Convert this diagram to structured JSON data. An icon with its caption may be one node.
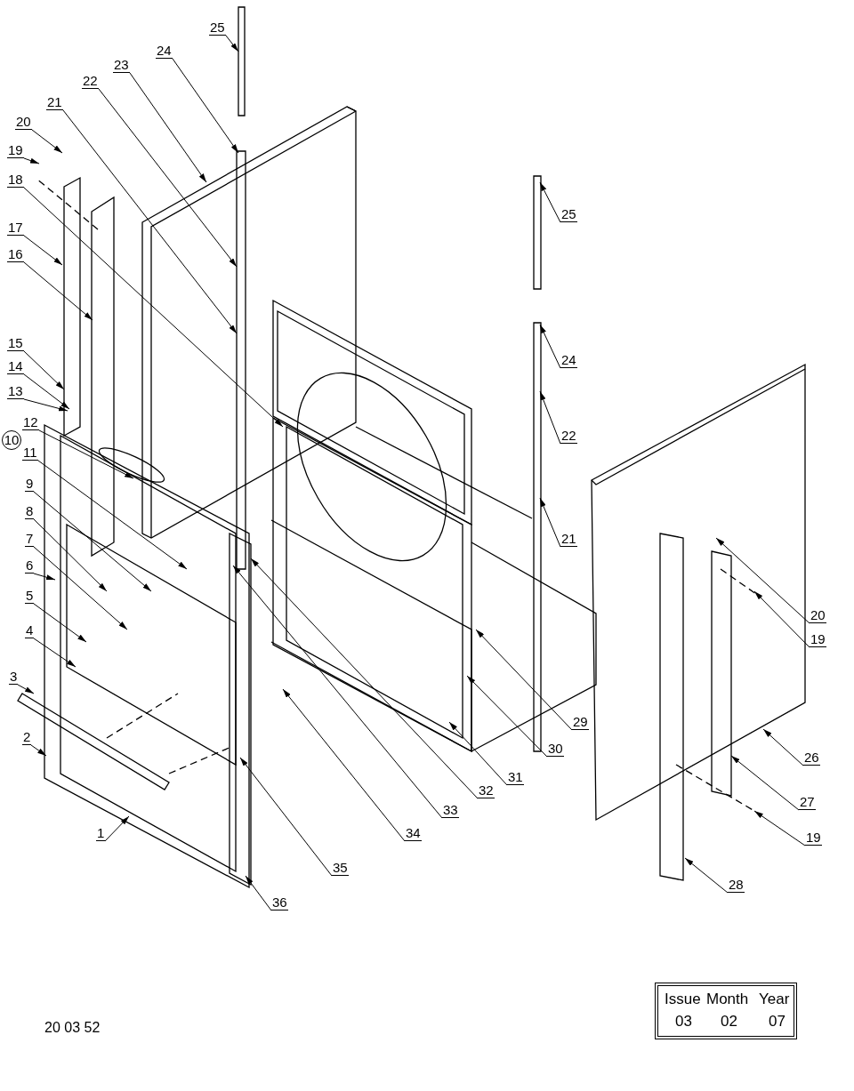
{
  "diagram": {
    "nodes": [
      {
        "text": [
          "25"
        ]
      },
      {
        "text": [
          "24"
        ]
      },
      {
        "text": [
          "23"
        ]
      },
      {
        "text": [
          "22"
        ]
      },
      {
        "text": [
          "21"
        ]
      },
      {
        "text": [
          "20"
        ]
      },
      {
        "text": [
          "19"
        ]
      },
      {
        "text": [
          "18"
        ]
      },
      {
        "text": [
          "17"
        ]
      },
      {
        "text": [
          "16"
        ]
      },
      {
        "text": [
          "15"
        ]
      },
      {
        "text": [
          "14"
        ]
      },
      {
        "text": [
          "13"
        ]
      },
      {
        "text": [
          "12"
        ]
      },
      {
        "text": [
          "10"
        ]
      },
      {
        "text": [
          "11"
        ]
      },
      {
        "text": [
          "9"
        ]
      },
      {
        "text": [
          "8"
        ]
      },
      {
        "text": [
          "7"
        ]
      },
      {
        "text": [
          "6"
        ]
      },
      {
        "text": [
          "5"
        ]
      },
      {
        "text": [
          "4"
        ]
      },
      {
        "text": [
          "3"
        ]
      },
      {
        "text": [
          "2"
        ]
      },
      {
        "text": [
          "1"
        ]
      },
      {
        "text": [
          "25"
        ]
      },
      {
        "text": [
          "24"
        ]
      },
      {
        "text": [
          "22"
        ]
      },
      {
        "text": [
          "21"
        ]
      },
      {
        "text": [
          "20"
        ]
      },
      {
        "text": [
          "19"
        ]
      },
      {
        "text": [
          "29"
        ]
      },
      {
        "text": [
          "30"
        ]
      },
      {
        "text": [
          "31"
        ]
      },
      {
        "text": [
          "32"
        ]
      },
      {
        "text": [
          "33"
        ]
      },
      {
        "text": [
          "34"
        ]
      },
      {
        "text": [
          "35"
        ]
      },
      {
        "text": [
          "36"
        ]
      },
      {
        "text": [
          "26"
        ]
      },
      {
        "text": [
          "27"
        ]
      },
      {
        "text": [
          "19"
        ]
      },
      {
        "text": [
          "28"
        ]
      }
    ],
    "edges": [
      {
        "from": 0,
        "to": null,
        "arrow": "to"
      },
      {
        "from": 1,
        "to": null,
        "arrow": "to"
      },
      {
        "from": 2,
        "to": null,
        "arrow": "to"
      },
      {
        "from": 3,
        "to": null,
        "arrow": "to"
      },
      {
        "from": 4,
        "to": null,
        "arrow": "to"
      },
      {
        "from": 5,
        "to": null,
        "arrow": "to"
      },
      {
        "from": 6,
        "to": null,
        "arrow": "to"
      },
      {
        "from": 7,
        "to": null,
        "arrow": "to"
      },
      {
        "from": 8,
        "to": null,
        "arrow": "to"
      },
      {
        "from": 9,
        "to": null,
        "arrow": "to"
      },
      {
        "from": 10,
        "to": null,
        "arrow": "to"
      },
      {
        "from": 11,
        "to": null,
        "arrow": "to"
      },
      {
        "from": 12,
        "to": null,
        "arrow": "to"
      },
      {
        "from": 13,
        "to": null,
        "arrow": "to"
      },
      {
        "from": 15,
        "to": null,
        "arrow": "to"
      },
      {
        "from": 16,
        "to": null,
        "arrow": "to"
      },
      {
        "from": 17,
        "to": null,
        "arrow": "to"
      },
      {
        "from": 18,
        "to": null,
        "arrow": "to"
      },
      {
        "from": 19,
        "to": null,
        "arrow": "to"
      },
      {
        "from": 20,
        "to": null,
        "arrow": "to"
      },
      {
        "from": 21,
        "to": null,
        "arrow": "to"
      },
      {
        "from": 22,
        "to": null,
        "arrow": "to"
      },
      {
        "from": 23,
        "to": null,
        "arrow": "to"
      },
      {
        "from": 24,
        "to": null,
        "arrow": "to"
      },
      {
        "from": 25,
        "to": null,
        "arrow": "to"
      },
      {
        "from": 26,
        "to": null,
        "arrow": "to"
      },
      {
        "from": 27,
        "to": null,
        "arrow": "to"
      },
      {
        "from": 28,
        "to": null,
        "arrow": "to"
      },
      {
        "from": 29,
        "to": null,
        "arrow": "to"
      },
      {
        "from": 30,
        "to": null,
        "arrow": "to"
      },
      {
        "from": 31,
        "to": null,
        "arrow": "to"
      },
      {
        "from": 32,
        "to": null,
        "arrow": "to"
      },
      {
        "from": 33,
        "to": null,
        "arrow": "to"
      },
      {
        "from": 34,
        "to": null,
        "arrow": "to"
      },
      {
        "from": 35,
        "to": null,
        "arrow": "to"
      },
      {
        "from": 36,
        "to": null,
        "arrow": "to"
      },
      {
        "from": 37,
        "to": null,
        "arrow": "to"
      },
      {
        "from": 38,
        "to": null,
        "arrow": "to"
      },
      {
        "from": 39,
        "to": null,
        "arrow": "to"
      },
      {
        "from": 40,
        "to": null,
        "arrow": "to"
      },
      {
        "from": 41,
        "to": null,
        "arrow": "to"
      },
      {
        "from": 42,
        "to": null,
        "arrow": "to"
      }
    ],
    "labels": [
      "Issue",
      "Month",
      "Year",
      "03",
      "02",
      "07",
      "20 03 52"
    ]
  }
}
